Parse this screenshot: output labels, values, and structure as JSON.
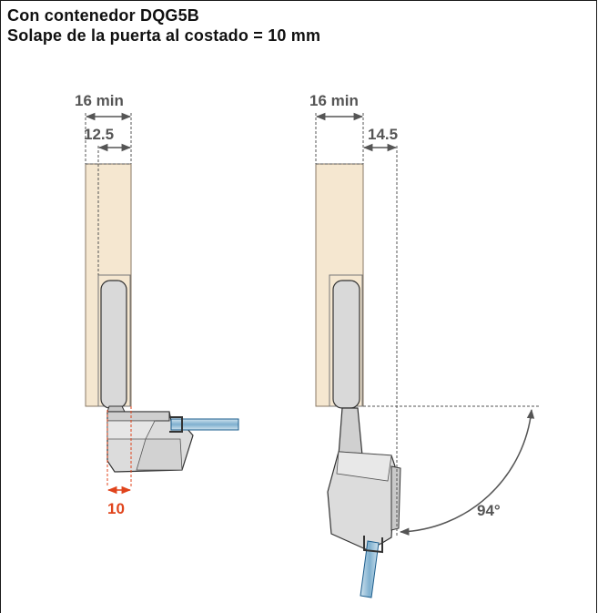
{
  "header": {
    "title_line1": "Con contenedor DQG5B",
    "title_line2": "Solape de la puerta al costado = 10 mm"
  },
  "left_view": {
    "dim_top": "16 min",
    "dim_second": "12.5",
    "dim_bottom": "10"
  },
  "right_view": {
    "dim_top": "16 min",
    "dim_second": "14.5",
    "angle": "94°"
  },
  "colors": {
    "wood": "#f5e7d0",
    "dimension_gray": "#555555",
    "highlight_red": "#e0441c",
    "hinge_gray": "#d9d9d9",
    "glass_blue": "#a8c8dc"
  }
}
